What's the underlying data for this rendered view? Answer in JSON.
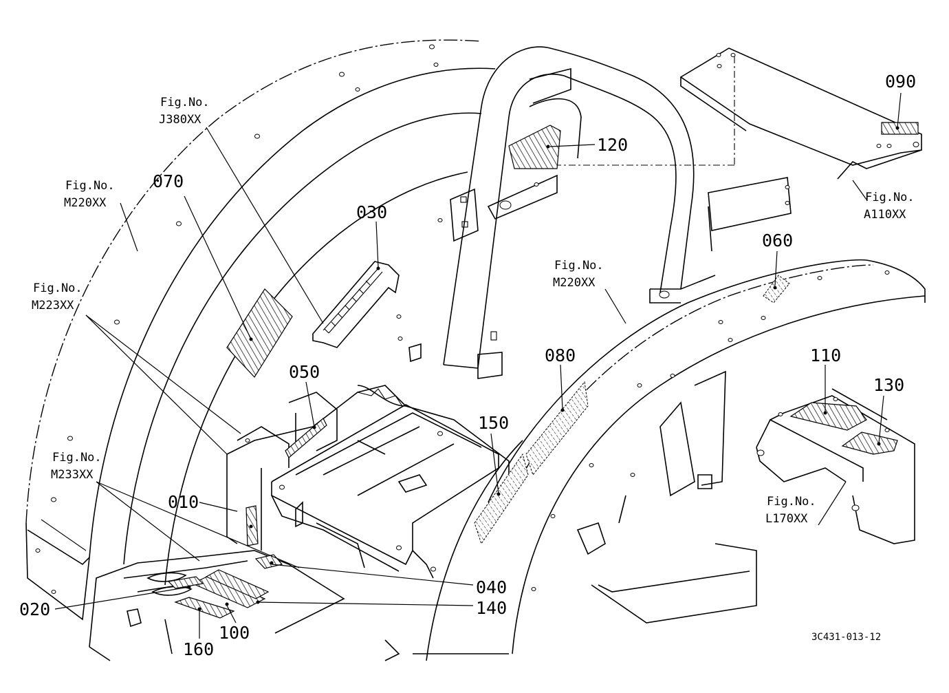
{
  "drawing_number": "3C431-013-12",
  "fig_refs": {
    "prefix": "Fig.No.",
    "j380": "J380XX",
    "m220_left": "M220XX",
    "m223": "M223XX",
    "m233": "M233XX",
    "m220_right": "M220XX",
    "a110": "A110XX",
    "l170": "L170XX"
  },
  "callouts": {
    "c010": "010",
    "c020": "020",
    "c030": "030",
    "c040": "040",
    "c050": "050",
    "c060": "060",
    "c070": "070",
    "c080": "080",
    "c090": "090",
    "c100": "100",
    "c110": "110",
    "c120": "120",
    "c130": "130",
    "c140": "140",
    "c150": "150",
    "c160": "160"
  }
}
